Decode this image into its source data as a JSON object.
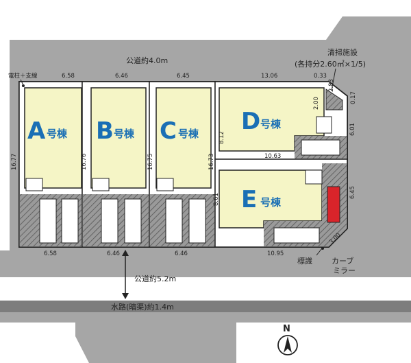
{
  "road_top": "公道約4.0m",
  "road_bottom": "公道約5.2m",
  "waterway": "水路(暗渠)約1.4m",
  "utility_pole": "電柱＋支線",
  "cleaning_facility": [
    "清掃施設",
    "(各持分2.60㎡×1/5)"
  ],
  "sign": "標識",
  "curve_mirror": [
    "カーブ",
    "ミラー"
  ],
  "north": "N",
  "lots": [
    {
      "letter": "A",
      "suffix": "号棟"
    },
    {
      "letter": "B",
      "suffix": "号棟"
    },
    {
      "letter": "C",
      "suffix": "号棟"
    },
    {
      "letter": "D",
      "suffix": "号棟"
    },
    {
      "letter": "E",
      "suffix": "号棟"
    }
  ],
  "dims": {
    "top": [
      "6.58",
      "6.46",
      "6.45",
      "13.06",
      "0.33"
    ],
    "bottom": [
      "6.58",
      "6.46",
      "6.46",
      "10.95"
    ],
    "a_left": "16.77",
    "b_left": "16.76",
    "c_left": "16.75",
    "c_right": "16.73",
    "d_left": "8.12",
    "d_inner": "10.63",
    "e_left": "8.61",
    "right": [
      "6.01",
      "6.45"
    ],
    "corner": [
      "2.83",
      "0.17"
    ],
    "small": "2.00",
    "bottom_corner": "3.00"
  },
  "colors": {
    "road": "#a6a6a6",
    "waterway": "#7d7d7d",
    "building": "#f5f5c6",
    "lot": "#ffffff",
    "hatch": "#8c8c8c",
    "letter": "#1a6fb5",
    "red_car": "#d9242a"
  }
}
